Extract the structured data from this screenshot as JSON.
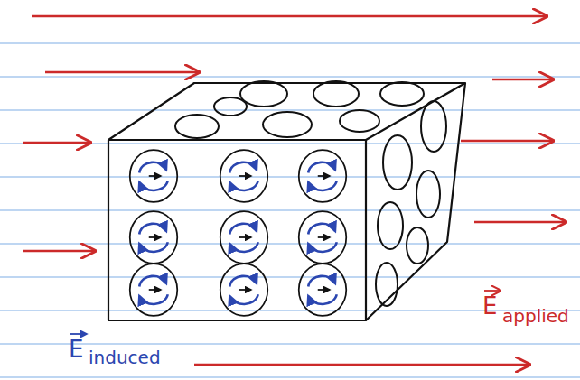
{
  "diagram": {
    "labels": [
      "E",
      "induced",
      "E",
      "applied"
    ]
  }
}
